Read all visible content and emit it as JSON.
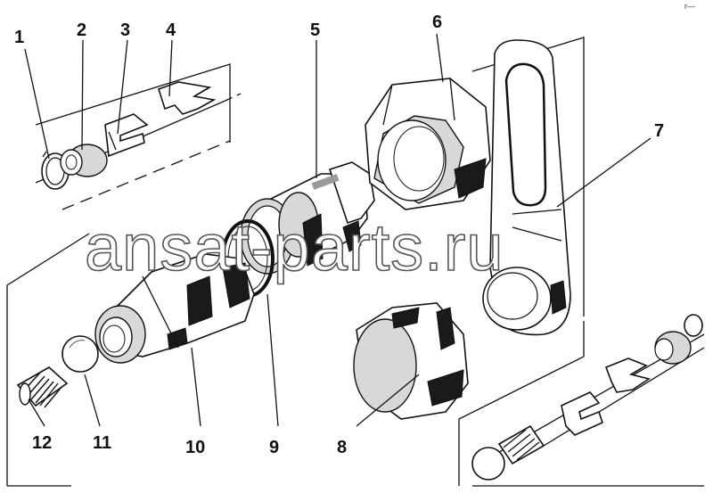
{
  "diagram": {
    "labels": [
      "1",
      "2",
      "3",
      "4",
      "5",
      "6",
      "7",
      "8",
      "9",
      "10",
      "11",
      "12"
    ],
    "watermark": "ansat-parts.ru",
    "corner_mark": "r—"
  }
}
